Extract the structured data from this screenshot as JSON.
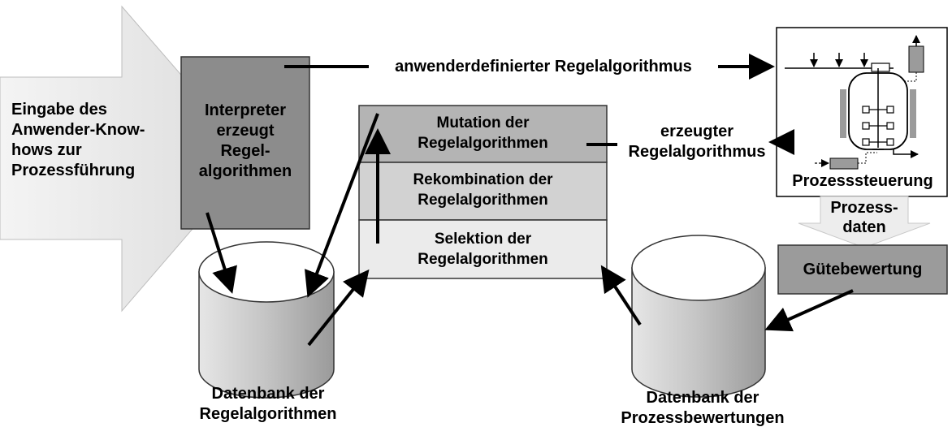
{
  "input_arrow": {
    "label": "Eingabe des\nAnwender-Know-\nhows zur\nProzessführung"
  },
  "interpreter": {
    "label": "Interpreter\nerzeugt\nRegel-\nalgorithmen"
  },
  "algorithm_stack": {
    "mutation": "Mutation der\nRegelalgorithmen",
    "recombination": "Rekombination der\nRegelalgorithmen",
    "selection": "Selektion der\nRegelalgorithmen"
  },
  "arrows": {
    "user_defined": "anwenderdefinierter Regelalgorithmus",
    "generated": "erzeugter\nRegelalgorithmus"
  },
  "process_control": {
    "label": "Prozesssteuerung"
  },
  "process_data": {
    "label": "Prozess-\ndaten"
  },
  "quality": {
    "label": "Gütebewertung"
  },
  "databases": {
    "algorithms": "Datenbank der\nRegelalgorithmen",
    "evaluations": "Datenbank der\nProzessbewertungen"
  },
  "colors": {
    "interpreter_fill": "#8c8c8c",
    "mutation_fill": "#b4b4b4",
    "recombination_fill": "#d2d2d2",
    "selection_fill": "#ebebeb",
    "quality_fill": "#9b9b9b",
    "cylinder_fill": "#cfcfcf",
    "input_arrow_fill": "#f0f0f0"
  }
}
